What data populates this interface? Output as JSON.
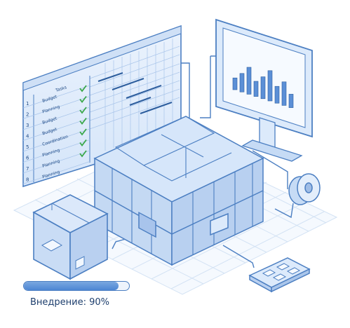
{
  "task_window": {
    "header": "Tasks",
    "rows": [
      {
        "num": "1",
        "label": "Budget",
        "checked": true
      },
      {
        "num": "2",
        "label": "Planning",
        "checked": true
      },
      {
        "num": "3",
        "label": "Budget",
        "checked": true
      },
      {
        "num": "4",
        "label": "Budget",
        "checked": true
      },
      {
        "num": "5",
        "label": "Coordination",
        "checked": true
      },
      {
        "num": "6",
        "label": "Planning",
        "checked": true
      },
      {
        "num": "7",
        "label": "Planning",
        "checked": true
      },
      {
        "num": "8",
        "label": "Planning",
        "checked": false
      }
    ]
  },
  "monitor": {
    "bar_levels": [
      0.35,
      0.55,
      0.8,
      0.45,
      0.65,
      0.9,
      0.5,
      0.7,
      0.4
    ]
  },
  "progress": {
    "label": "Внедрение: 90%",
    "value": 0.9
  },
  "colors": {
    "line": "#4c7fc2",
    "fill_light": "#e3eefb",
    "fill_mid": "#c6dbf5",
    "check": "#3aa84a",
    "grid": "#cfdff2"
  }
}
